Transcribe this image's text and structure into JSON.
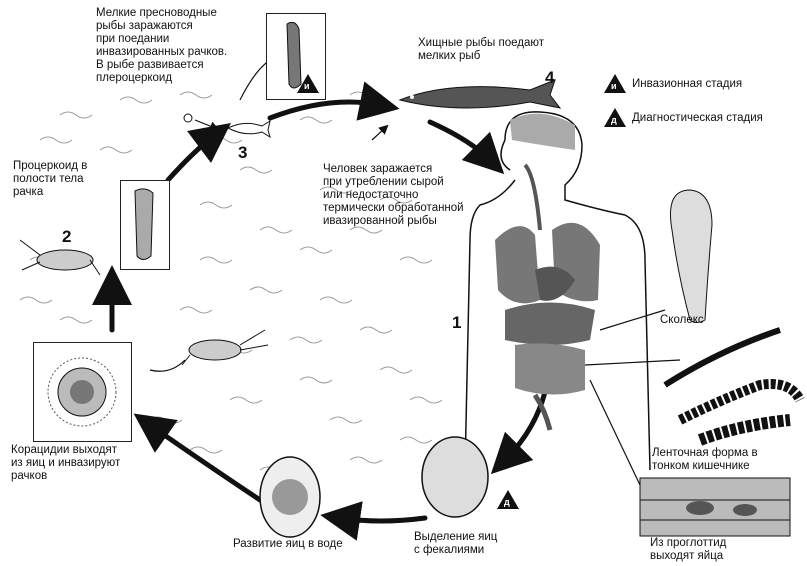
{
  "legend": {
    "invasive": {
      "symbol": "и",
      "label": "Инвазионная стадия"
    },
    "diagnostic": {
      "symbol": "д",
      "label": "Диагностическая стадия"
    }
  },
  "steps": {
    "s1": "1",
    "s2": "2",
    "s3": "3",
    "s4": "4"
  },
  "labels": {
    "small_fish": [
      "Мелкие пресноводные",
      "рыбы заражаются",
      "при поедании",
      "инвазированных рачков.",
      "В рыбе развивается",
      "плероцеркоид"
    ],
    "predator_fish": [
      "Хищные рыбы поедают",
      "мелких рыб"
    ],
    "human_infection": [
      "Человек заражается",
      "при утреблении сырой",
      "или недостаточно",
      "термически обработанной",
      "ивазированной рыбы"
    ],
    "procercoid": [
      "Процеркоид в",
      "полости тела",
      "рачка"
    ],
    "scolex": "Сколекс",
    "tapeworm": [
      "Ленточная форма в",
      "тонком кишечнике"
    ],
    "proglottid": [
      "Из проглоттид",
      "выходят яйца"
    ],
    "egg_excretion": [
      "Выделение яиц",
      "с фекалиями"
    ],
    "egg_development": "Развитие яиц в воде",
    "coracidia": [
      "Корацидии выходят",
      "из яиц и инвазируют",
      "рачков"
    ]
  },
  "badges": {
    "fish_badge": "и",
    "egg_badge": "д"
  }
}
